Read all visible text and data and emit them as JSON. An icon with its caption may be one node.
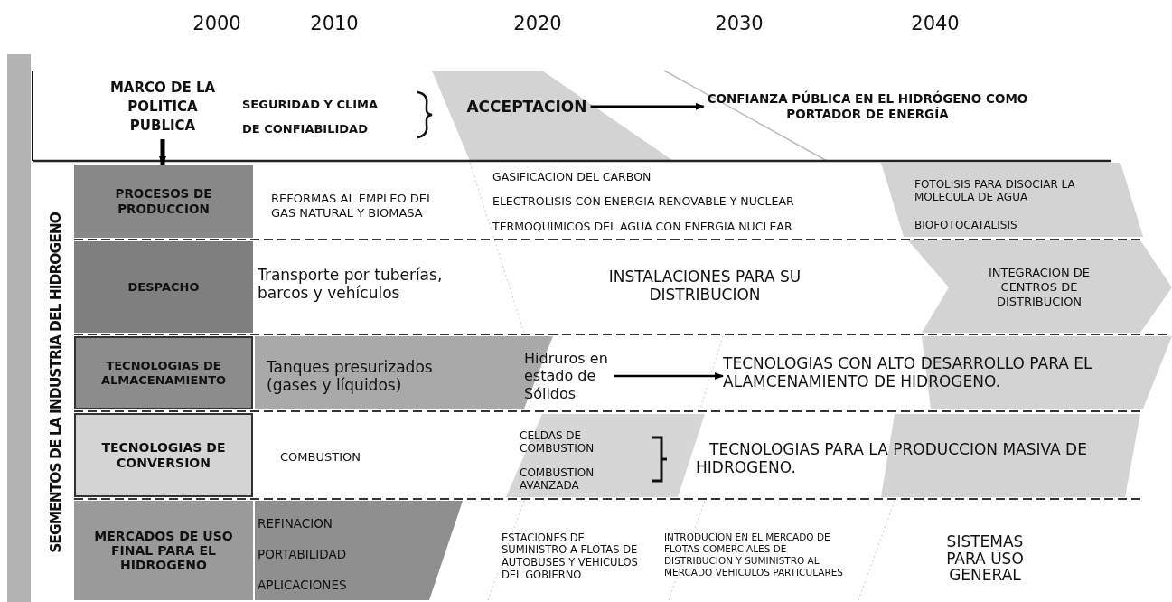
{
  "diagram": {
    "nodes": [
      {
        "text": [
          "MARCO DE LA POLITICA PUBLICA"
        ]
      },
      {
        "text": [
          "SEGURIDAD Y CLIMA DE CONFIABILIDAD"
        ]
      },
      {
        "text": [
          "ACCEPTACION"
        ]
      },
      {
        "text": [
          "CONFIANZA PÚBLICA EN EL HIDRÓGENO COMO PORTADOR DE ENERGÍA"
        ]
      },
      {
        "text": [
          "SEGMENTOS DE LA INDUSTRIA DEL HIDROGENO"
        ]
      },
      {
        "text": [
          "PROCESOS DE PRODUCCION"
        ]
      },
      {
        "text": [
          "REFORMAS AL EMPLEO DEL GAS NATURAL Y BIOMASA"
        ]
      },
      {
        "text": [
          "GASIFICACION DEL CARBON",
          "ELECTROLISIS CON ENERGIA RENOVABLE Y NUCLEAR",
          "TERMOQUIMICOS DEL AGUA CON ENERGIA NUCLEAR"
        ]
      },
      {
        "text": [
          "FOTOLISIS PARA DISOCIAR LA MOLECULA DE AGUA",
          "BIOFOTOCATALISIS"
        ]
      },
      {
        "text": [
          "DESPACHO"
        ]
      },
      {
        "text": [
          "Transporte por tuberías, barcos y vehículos"
        ]
      },
      {
        "text": [
          "INSTALACIONES PARA SU DISTRIBUCION"
        ]
      },
      {
        "text": [
          "INTEGRACION DE CENTROS DE DISTRIBUCION"
        ]
      },
      {
        "text": [
          "TECNOLOGIAS DE ALMACENAMIENTO"
        ]
      },
      {
        "text": [
          "Tanques presurizados (gases y líquidos)"
        ]
      },
      {
        "text": [
          "Hidruros en estado de Sólidos"
        ]
      },
      {
        "text": [
          "TECNOLOGIAS CON ALTO DESARROLLO PARA EL ALAMCENAMIENTO DE HIDROGENO."
        ]
      },
      {
        "text": [
          "TECNOLOGIAS DE CONVERSION"
        ]
      },
      {
        "text": [
          "COMBUSTION"
        ]
      },
      {
        "text": [
          "CELDAS DE COMBUSTION",
          "COMBUSTION AVANZADA"
        ]
      },
      {
        "text": [
          "TECNOLOGIAS PARA LA PRODUCCION MASIVA DE HIDROGENO."
        ]
      },
      {
        "text": [
          "MERCADOS DE USO FINAL PARA EL HIDROGENO"
        ]
      },
      {
        "text": [
          "REFINACION",
          "PORTABILIDAD",
          "APLICACIONES"
        ]
      },
      {
        "text": [
          "ESTACIONES DE SUMINISTRO A FLOTAS DE AUTOBUSES Y VEHICULOS DEL GOBIERNO"
        ]
      },
      {
        "text": [
          "INTRODUCION EN EL MERCADO DE FLOTAS COMERCIALES DE DISTRIBUCION Y SUMINISTRO AL MERCADO VEHICULOS PARTICULARES"
        ]
      },
      {
        "text": [
          "SISTEMAS PARA USO GENERAL"
        ]
      }
    ],
    "edges": [
      {
        "from": 0,
        "to": 5,
        "arrow": "to",
        "style": "thick"
      },
      {
        "from": 2,
        "to": 3,
        "arrow": "to"
      },
      {
        "from": 15,
        "to": 16,
        "arrow": "to"
      }
    ],
    "labels": [
      "2000",
      "2010",
      "2020",
      "2030",
      "2040"
    ]
  }
}
